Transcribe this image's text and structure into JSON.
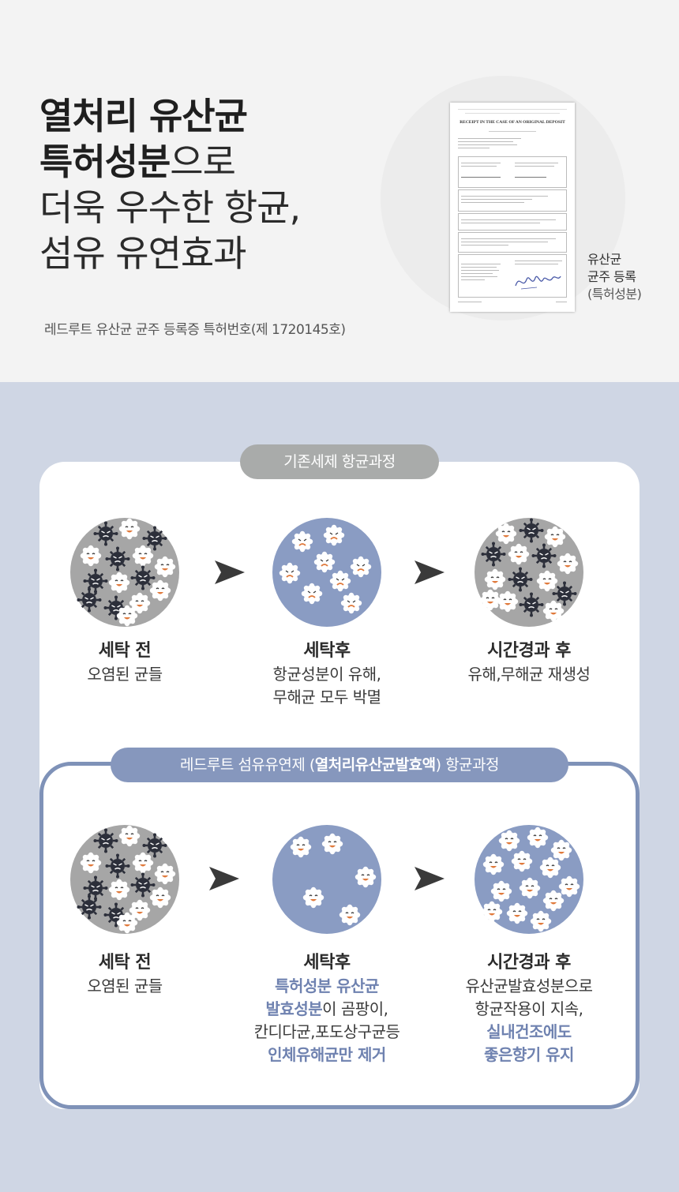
{
  "headline": {
    "line1_bold": "열처리 유산균",
    "line2_bold": "특허성분",
    "line2_rest": "으로",
    "line3": "더욱 우수한 항균,",
    "line4": "섬유 유연효과"
  },
  "caption": "레드루트 유산균 균주 등록증 특허번호(제 1720145호)",
  "certificate": {
    "title": "RECEIPT IN THE CASE OF AN ORIGINAL DEPOSIT",
    "label_line1": "유산균",
    "label_line2": "균주 등록",
    "label_line3": "(특허성분)"
  },
  "section1": {
    "pill": "기존세제 항균과정",
    "steps": [
      {
        "title": "세탁 전",
        "desc": [
          "오염된 균들"
        ]
      },
      {
        "title": "세탁후",
        "desc": [
          "항균성분이 유해,",
          "무해균 모두 박멸"
        ]
      },
      {
        "title": "시간경과 후",
        "desc": [
          "유해,무해균 재생성"
        ]
      }
    ]
  },
  "section2": {
    "pill_pre": "레드루트 섬유유연제 (",
    "pill_bold": "열처리유산균발효액",
    "pill_post": ") 항균과정",
    "steps": [
      {
        "title": "세탁 전",
        "desc": [
          "오염된 균들"
        ]
      },
      {
        "title": "세탁후",
        "desc_hl1": "특허성분 유산균",
        "desc_hl2": "발효성분",
        "desc_2rest": "이 곰팡이,",
        "desc_3": "칸디다균,포도상구균등",
        "desc_hl4": "인체유해균만 제거"
      },
      {
        "title": "시간경과 후",
        "desc_1": "유산균발효성분으로",
        "desc_2": "항균작용이 지속,",
        "desc_hl3": "실내건조에도",
        "desc_hl4": "좋은향기 유지"
      }
    ]
  },
  "colors": {
    "gray_circle": "#a6a6a6",
    "blue_circle": "#8a9cc3",
    "frame": "#7f92b8",
    "highlight": "#6f82b0",
    "gray_pill": "#a9abaa",
    "blue_pill": "#8697bd"
  },
  "icons": [
    "bad-germ-icon",
    "good-germ-icon",
    "arrow-right-icon"
  ]
}
